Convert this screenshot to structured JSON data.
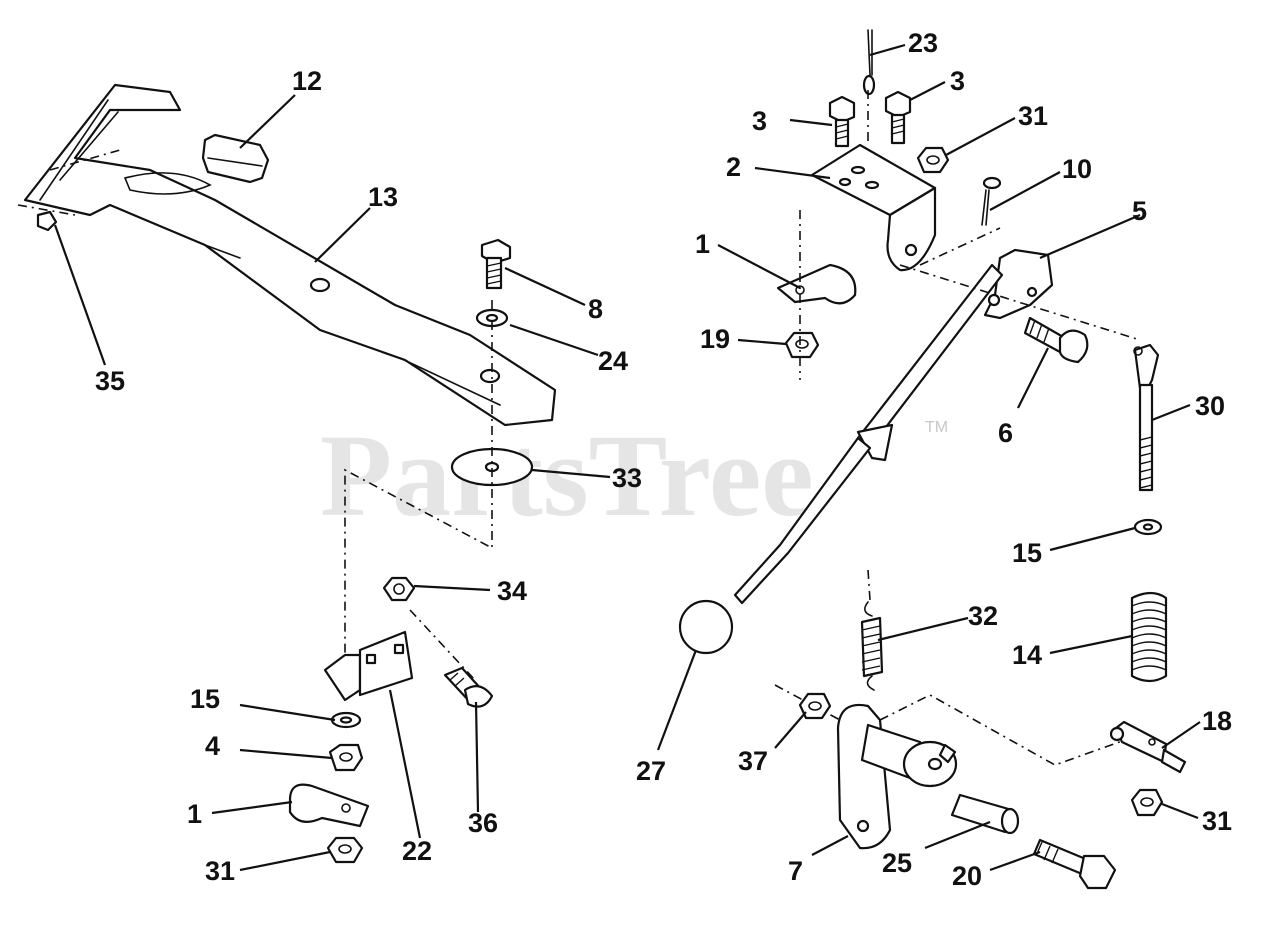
{
  "watermark": {
    "text": "PartsTree",
    "tm": "TM"
  },
  "callouts": {
    "c1a": "1",
    "c1b": "1",
    "c2": "2",
    "c3a": "3",
    "c3b": "3",
    "c4": "4",
    "c5": "5",
    "c6": "6",
    "c7": "7",
    "c8": "8",
    "c10": "10",
    "c12": "12",
    "c13": "13",
    "c14": "14",
    "c15a": "15",
    "c15b": "15",
    "c18": "18",
    "c19": "19",
    "c20": "20",
    "c22": "22",
    "c23": "23",
    "c24": "24",
    "c25": "25",
    "c27": "27",
    "c30": "30",
    "c31a": "31",
    "c31b": "31",
    "c31c": "31",
    "c32": "32",
    "c33": "33",
    "c34": "34",
    "c35": "35",
    "c36": "36",
    "c37": "37"
  }
}
